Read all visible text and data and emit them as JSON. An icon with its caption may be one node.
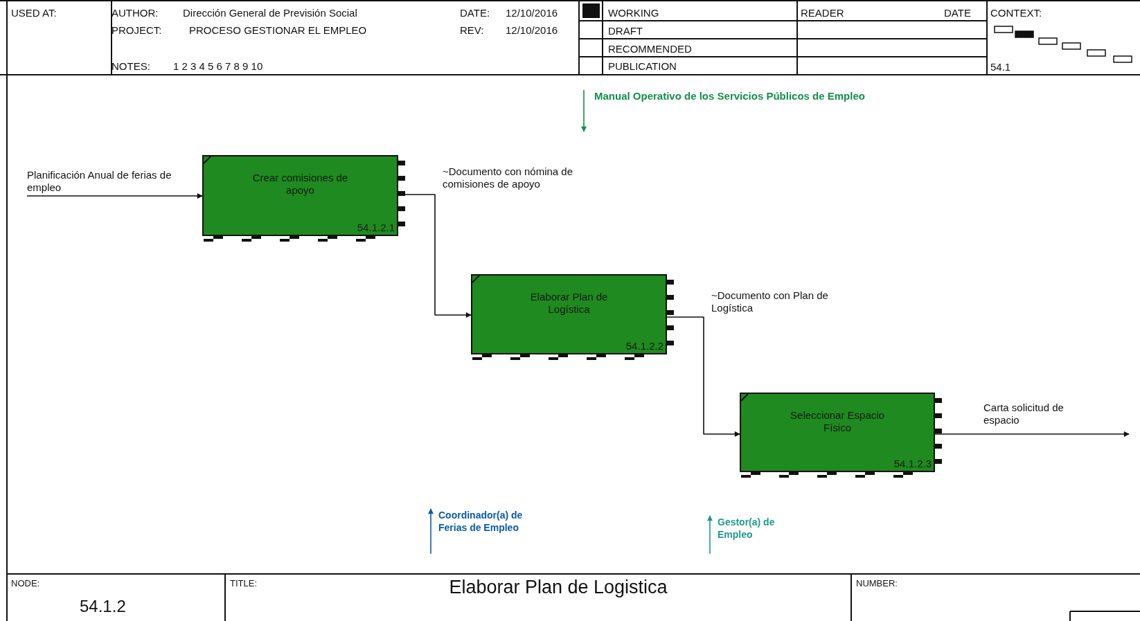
{
  "diagram": {
    "title": "Elaborar Plan de Logistica",
    "nodes": [
      {
        "text": [
          "Crear comisiones de apoyo",
          "54.1.2.1"
        ]
      },
      {
        "text": [
          "Elaborar Plan de Logística",
          "54.1.2.2"
        ]
      },
      {
        "text": [
          "Seleccionar Espacio Físico",
          "54.1.2.3"
        ]
      },
      {
        "text": [
          "Planificación Anual de ferias de empleo"
        ]
      },
      {
        "text": [
          "Manual Operativo de los Servicios Públicos de Empleo"
        ]
      },
      {
        "text": [
          "Coordinador(a) de Ferias de Empleo"
        ]
      },
      {
        "text": [
          "Gestor(a) de Empleo"
        ]
      }
    ],
    "edges": [
      {
        "from": 3,
        "to": 0,
        "arrow": "to"
      },
      {
        "from": 0,
        "to": 1,
        "arrow": "to",
        "label": "~Documento con nómina de comisiones de apoyo"
      },
      {
        "from": 1,
        "to": 2,
        "arrow": "to",
        "label": "~Documento con Plan de Logística"
      },
      {
        "from": 2,
        "to": null,
        "arrow": "to",
        "label": "Carta solicitud de espacio"
      },
      {
        "from": 4,
        "to": null,
        "arrow": "to",
        "color": "#109048"
      },
      {
        "from": null,
        "to": 5,
        "arrow": "to",
        "color": "#0b5aa6"
      },
      {
        "from": null,
        "to": 6,
        "arrow": "to",
        "color": "#1d9a8c"
      }
    ],
    "labels": [
      "USED AT:",
      "AUTHOR:",
      "Dirección General de Previsión Social",
      "DATE:",
      "12/10/2016",
      "PROJECT:",
      "PROCESO GESTIONAR EL EMPLEO",
      "REV:",
      "12/10/2016",
      "NOTES:",
      "1 2 3 4 5 6 7 8 9 10",
      "WORKING",
      "READER",
      "DATE",
      "CONTEXT:",
      "DRAFT",
      "RECOMMENDED",
      "PUBLICATION",
      "54.1",
      "NODE:",
      "54.1.2",
      "TITLE:",
      "NUMBER:"
    ]
  }
}
